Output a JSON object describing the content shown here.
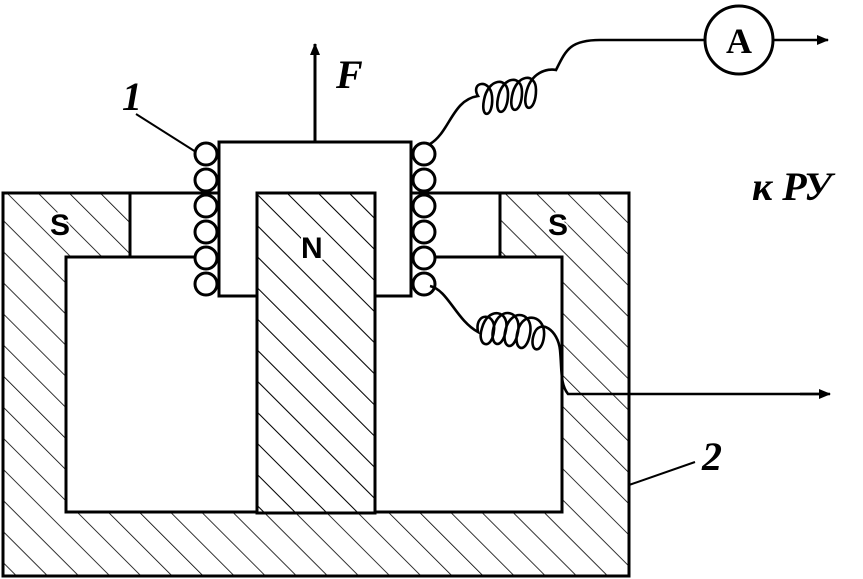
{
  "labels": {
    "force": "F",
    "coil_marker": "1",
    "magnet_marker": "2",
    "pole_left": "S",
    "pole_center": "N",
    "pole_right": "S",
    "output_label": "к РУ",
    "ammeter": "A"
  },
  "colors": {
    "stroke": "#000000",
    "background": "#ffffff"
  }
}
